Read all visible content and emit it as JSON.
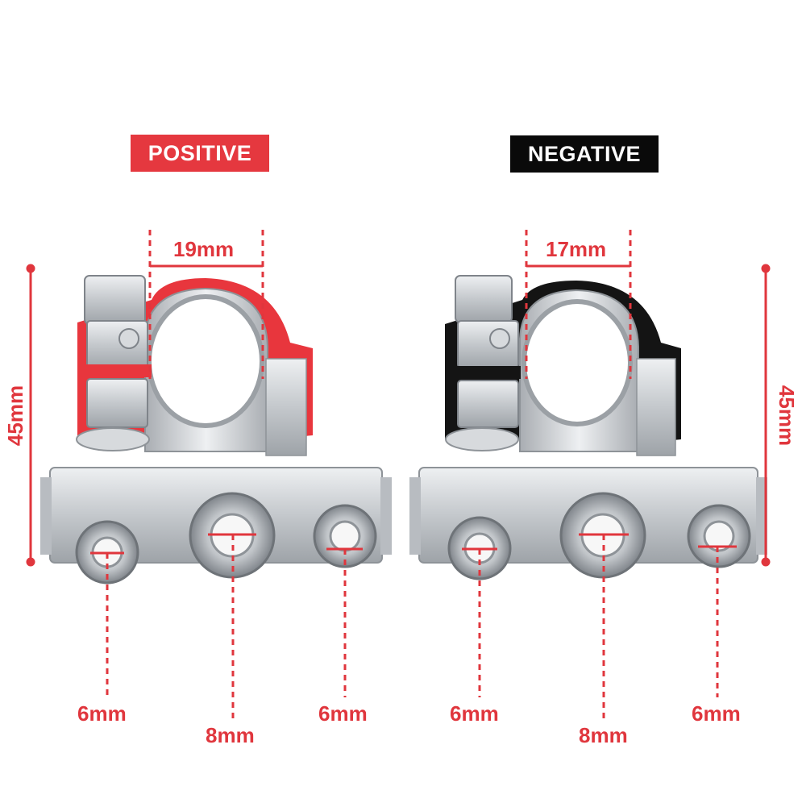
{
  "labels": {
    "positive": "POSITIVE",
    "negative": "NEGATIVE"
  },
  "positive_terminal": {
    "clamp_diameter": "19mm",
    "height": "45mm",
    "bolts": [
      "6mm",
      "8mm",
      "6mm"
    ]
  },
  "negative_terminal": {
    "clamp_diameter": "17mm",
    "height": "45mm",
    "bolts": [
      "6mm",
      "8mm",
      "6mm"
    ]
  },
  "colors": {
    "positive_accent": "#e5383f",
    "negative_accent": "#0a0a0a",
    "dimension": "#e0363d",
    "metal": "#c9ccd0"
  }
}
